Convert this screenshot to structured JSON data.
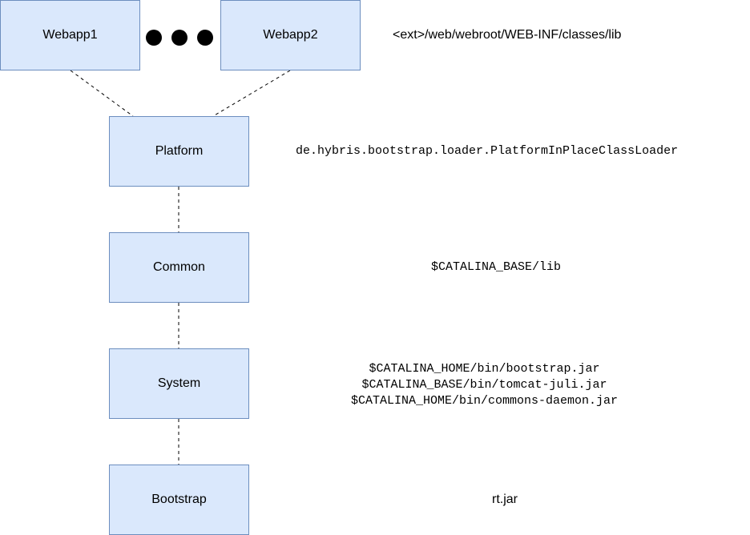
{
  "nodes": {
    "webapp1": "Webapp1",
    "webapp2": "Webapp2",
    "platform": "Platform",
    "common": "Common",
    "system": "System",
    "bootstrap": "Bootstrap"
  },
  "annotations": {
    "webapps": "<ext>/web/webroot/WEB-INF/classes/lib",
    "platform": "de.hybris.bootstrap.loader.PlatformInPlaceClassLoader",
    "common": "$CATALINA_BASE/lib",
    "system": [
      "$CATALINA_HOME/bin/bootstrap.jar",
      "$CATALINA_BASE/bin/tomcat-juli.jar",
      "$CATALINA_HOME/bin/commons-daemon.jar"
    ],
    "bootstrap": "rt.jar"
  },
  "colors": {
    "node_fill": "#dae8fc",
    "node_border": "#6c8ebf",
    "text": "#000000"
  }
}
